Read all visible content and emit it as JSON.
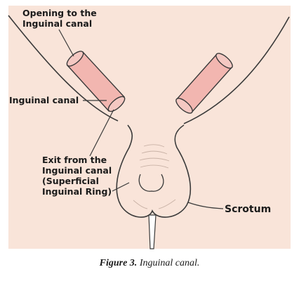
{
  "diagram": {
    "labels": {
      "opening_line1": "Opening to the",
      "opening_line2": "Inguinal canal",
      "canal": "Inguinal canal",
      "exit_line1": "Exit from the",
      "exit_line2": "Inguinal canal",
      "exit_line3": "(Superficial",
      "exit_line4": "Inguinal Ring)",
      "scrotum": "Scrotum"
    },
    "colors": {
      "background": "#f9e4d9",
      "canal_fill": "#f2b6b0",
      "canal_end": "#f4c8c2",
      "outline": "#3a3a3a"
    }
  },
  "caption": {
    "label": "Figure 3.",
    "text": "Inguinal canal."
  }
}
